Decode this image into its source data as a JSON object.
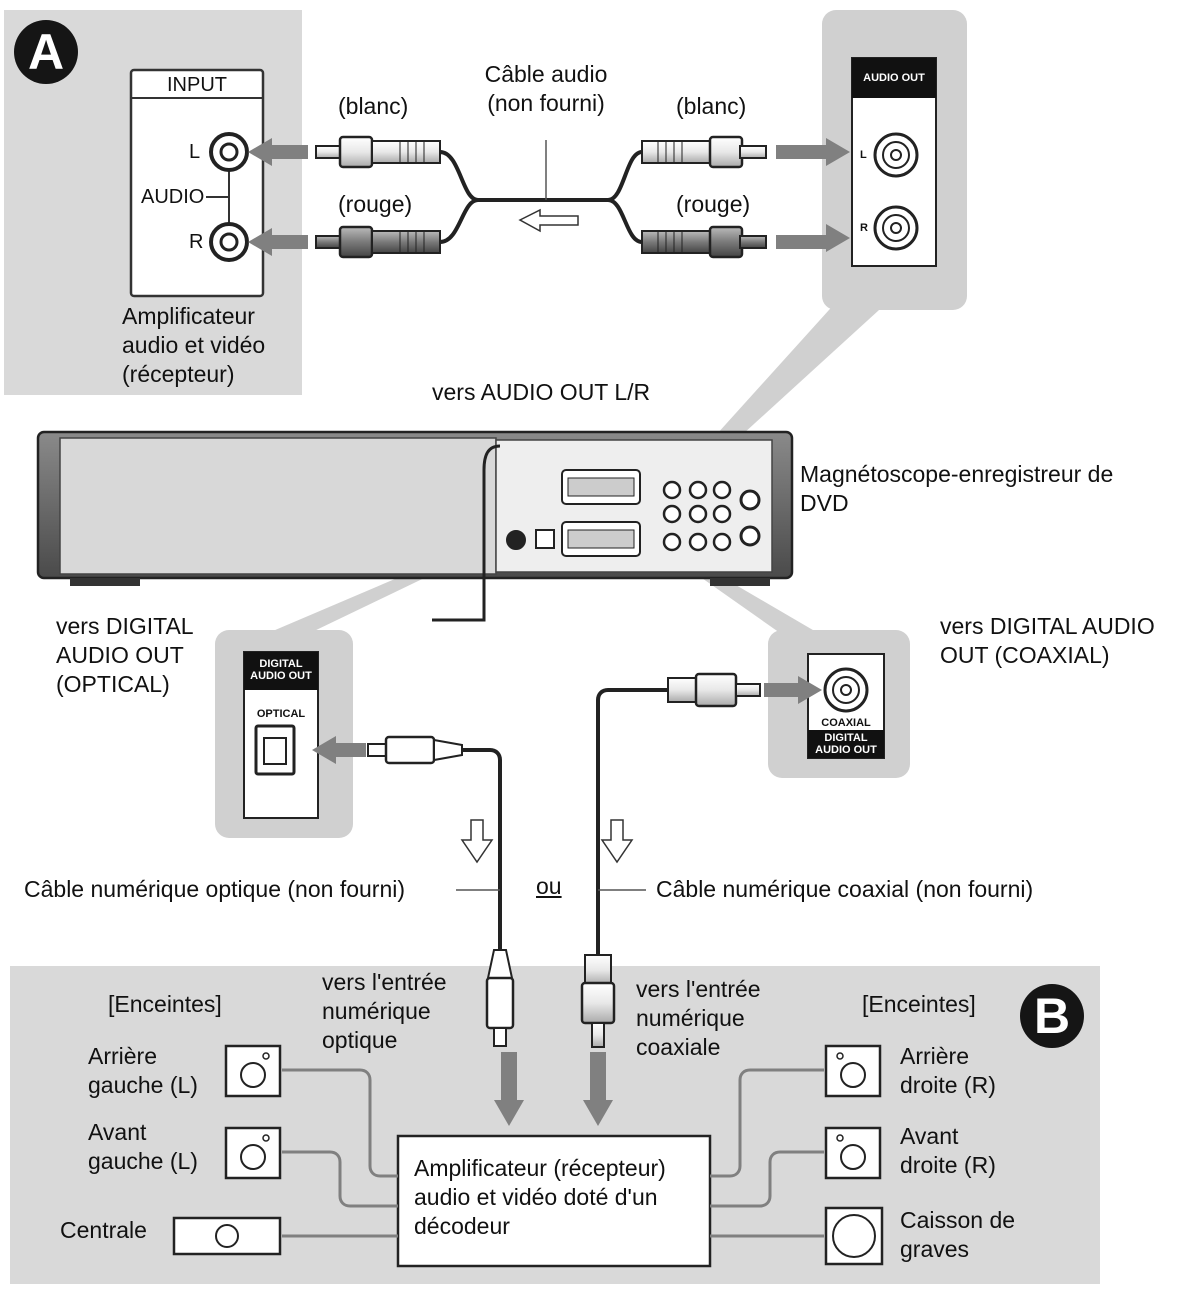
{
  "panel_a": {
    "badge": "A",
    "input_header": "INPUT",
    "left_label": "L",
    "right_label": "R",
    "audio_label": "AUDIO",
    "amp_caption": "Amplificateur\naudio et vidéo\n(récepteur)"
  },
  "cable_audio": {
    "name": "Câble audio\n(non fourni)",
    "left_white": "(blanc)",
    "left_red": "(rouge)",
    "right_white": "(blanc)",
    "right_red": "(rouge)"
  },
  "audio_out_panel": {
    "header": "AUDIO OUT",
    "left_label": "L",
    "right_label": "R",
    "caption": "vers AUDIO OUT L/R"
  },
  "recorder": {
    "caption": "Magnétoscope-enregistreur de\nDVD"
  },
  "optical": {
    "caption": "vers DIGITAL\nAUDIO OUT\n(OPTICAL)",
    "panel_header": "DIGITAL\nAUDIO OUT",
    "panel_label": "OPTICAL",
    "cable_label": "Câble numérique optique (non fourni)",
    "input_label": "vers l'entrée\nnumérique\noptique"
  },
  "coaxial": {
    "caption": "vers DIGITAL AUDIO\nOUT (COAXIAL)",
    "panel_label": "COAXIAL",
    "panel_header": "DIGITAL\nAUDIO OUT",
    "cable_label": "Câble numérique coaxial (non fourni)",
    "input_label": "vers l'entrée\nnumérique\ncoaxiale"
  },
  "or_label": "ou",
  "panel_b": {
    "badge": "B",
    "speakers_left_header": "[Enceintes]",
    "speakers_right_header": "[Enceintes]",
    "rear_left": "Arrière\ngauche (L)",
    "front_left": "Avant\ngauche (L)",
    "center": "Centrale",
    "rear_right": "Arrière\ndroite (R)",
    "front_right": "Avant\ndroite (R)",
    "subwoofer": "Caisson de\ngraves",
    "amplifier": "Amplificateur (récepteur)\naudio et vidéo doté d'un\ndécodeur"
  },
  "colors": {
    "panel_bg": "#d9d9d9",
    "zoom_bg": "#d0d0d0",
    "arrow": "#808080",
    "cable": "#222222",
    "device": "#555555"
  }
}
